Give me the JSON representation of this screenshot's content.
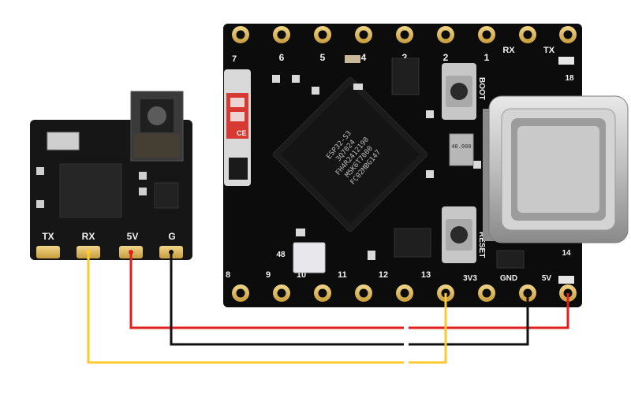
{
  "rx_module": {
    "pins": [
      "TX",
      "RX",
      "5V",
      "G"
    ]
  },
  "esp_board": {
    "top_pins": [
      "6",
      "5",
      "4",
      "3",
      "2",
      "1",
      "RX",
      "TX"
    ],
    "bottom_pins": [
      "8",
      "9",
      "10",
      "11",
      "12",
      "13",
      "3V3",
      "GND",
      "5V"
    ],
    "small_labels": {
      "pin7": "7",
      "pin48": "48",
      "pin18": "18",
      "pin14": "14",
      "boot": "BOOT",
      "reset": "RESET"
    },
    "chip_lines": [
      "ESP32-S3",
      "3Q7024",
      "FH4R2412190",
      "M5K6T7000",
      "FC02MBG147"
    ],
    "crystal_text": "40.000",
    "ce_mark": "CE"
  },
  "wires": {
    "colors": {
      "power": "#e0201c",
      "ground": "#111111",
      "signal": "#ffc82e"
    },
    "connections": [
      {
        "from": "5V",
        "to": "5V",
        "color": "power"
      },
      {
        "from": "G",
        "to": "GND",
        "color": "ground"
      },
      {
        "from": "RX",
        "to": "13",
        "color": "signal"
      }
    ]
  }
}
